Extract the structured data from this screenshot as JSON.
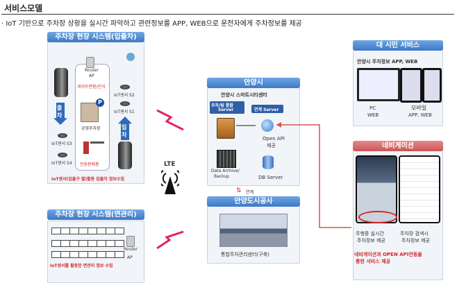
{
  "header": {
    "title": "서비스모델",
    "subtitle": "· IoT 기반으로 주차장 상황을 실시간 파악하고 관련정보를 APP, WEB으로 운전자에게 주차정보를 제공"
  },
  "entry_panel": {
    "title": "주차장 현장 시스템(입출차)",
    "router": "Router",
    "ap": "AP",
    "gate_label": "게이트변환/인식",
    "sensor_s2": "IoT센서 S2",
    "sensor_s1": "IoT센서 S1",
    "sensor_s3": "IoT센서 S3",
    "sensor_s4": "IoT센서 S4",
    "exit_label": "출차",
    "entry_label": "입차",
    "booth_label": "공영주차장",
    "p_sign": "P",
    "kiosk_label": "전용판매총",
    "caption": "IoT센서(입출구 별)활용 입출차 정보수집"
  },
  "face_panel": {
    "title": "주차장 현장 시스템(면관리)",
    "router": "Router",
    "ap": "AP",
    "caption": "IoT센서를 활용한 면관리 정보 수집"
  },
  "lte": {
    "label": "LTE"
  },
  "anyang": {
    "title": "안양시",
    "center_title": "안양시 스마트시티센터",
    "box_parking_line1": "주차/팀 통합",
    "box_parking_line2": "Server",
    "box_link": "연계 Server",
    "openapi_line1": "Open API",
    "openapi_line2": "제공",
    "archive_line1": "Data Archive/",
    "archive_line2": "Backup",
    "db": "DB Server",
    "link_label": "연계"
  },
  "corp": {
    "title": "안양도시공사",
    "caption": "통합주차관리센터(구축)"
  },
  "citizen": {
    "title": "대 시민 서비스",
    "app_title": "안양시 주차정보 APP, WEB",
    "pc_line1": "PC",
    "pc_line2": "WEB",
    "mobile_line1": "모바일",
    "mobile_line2": "APP, WEB"
  },
  "navi": {
    "title": "네비게이션",
    "left_line1": "주행중 실시간",
    "left_line2": "주차정보 제공",
    "right_line1": "주차장 검색시",
    "right_line2": "주차정보 제공",
    "footer_line1": "네비게이션과  OPEN API연동을",
    "footer_line2": "통한 서비스 제공"
  },
  "colors": {
    "accent_blue": "#3c78c6",
    "accent_red": "#c95656",
    "link_red": "#d9534f",
    "bolt": "#e0245e"
  }
}
